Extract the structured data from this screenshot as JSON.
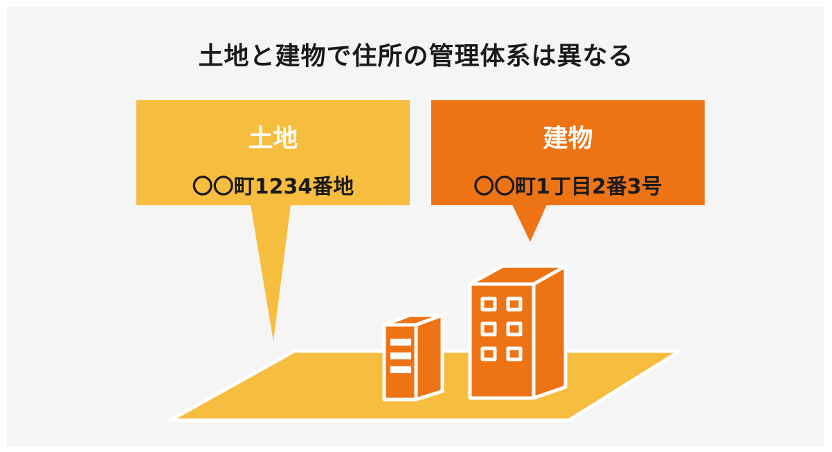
{
  "title": "土地と建物で住所の管理体系は異なる",
  "land": {
    "heading": "土地",
    "address": "〇〇町1234番地"
  },
  "building": {
    "heading": "建物",
    "address": "〇〇町1丁目2番3号"
  },
  "colors": {
    "land": "#f7bd3f",
    "building": "#ee7314",
    "background": "#f5f5f5"
  },
  "icons": [
    "land-plot-icon",
    "small-building-icon",
    "tall-building-icon"
  ]
}
